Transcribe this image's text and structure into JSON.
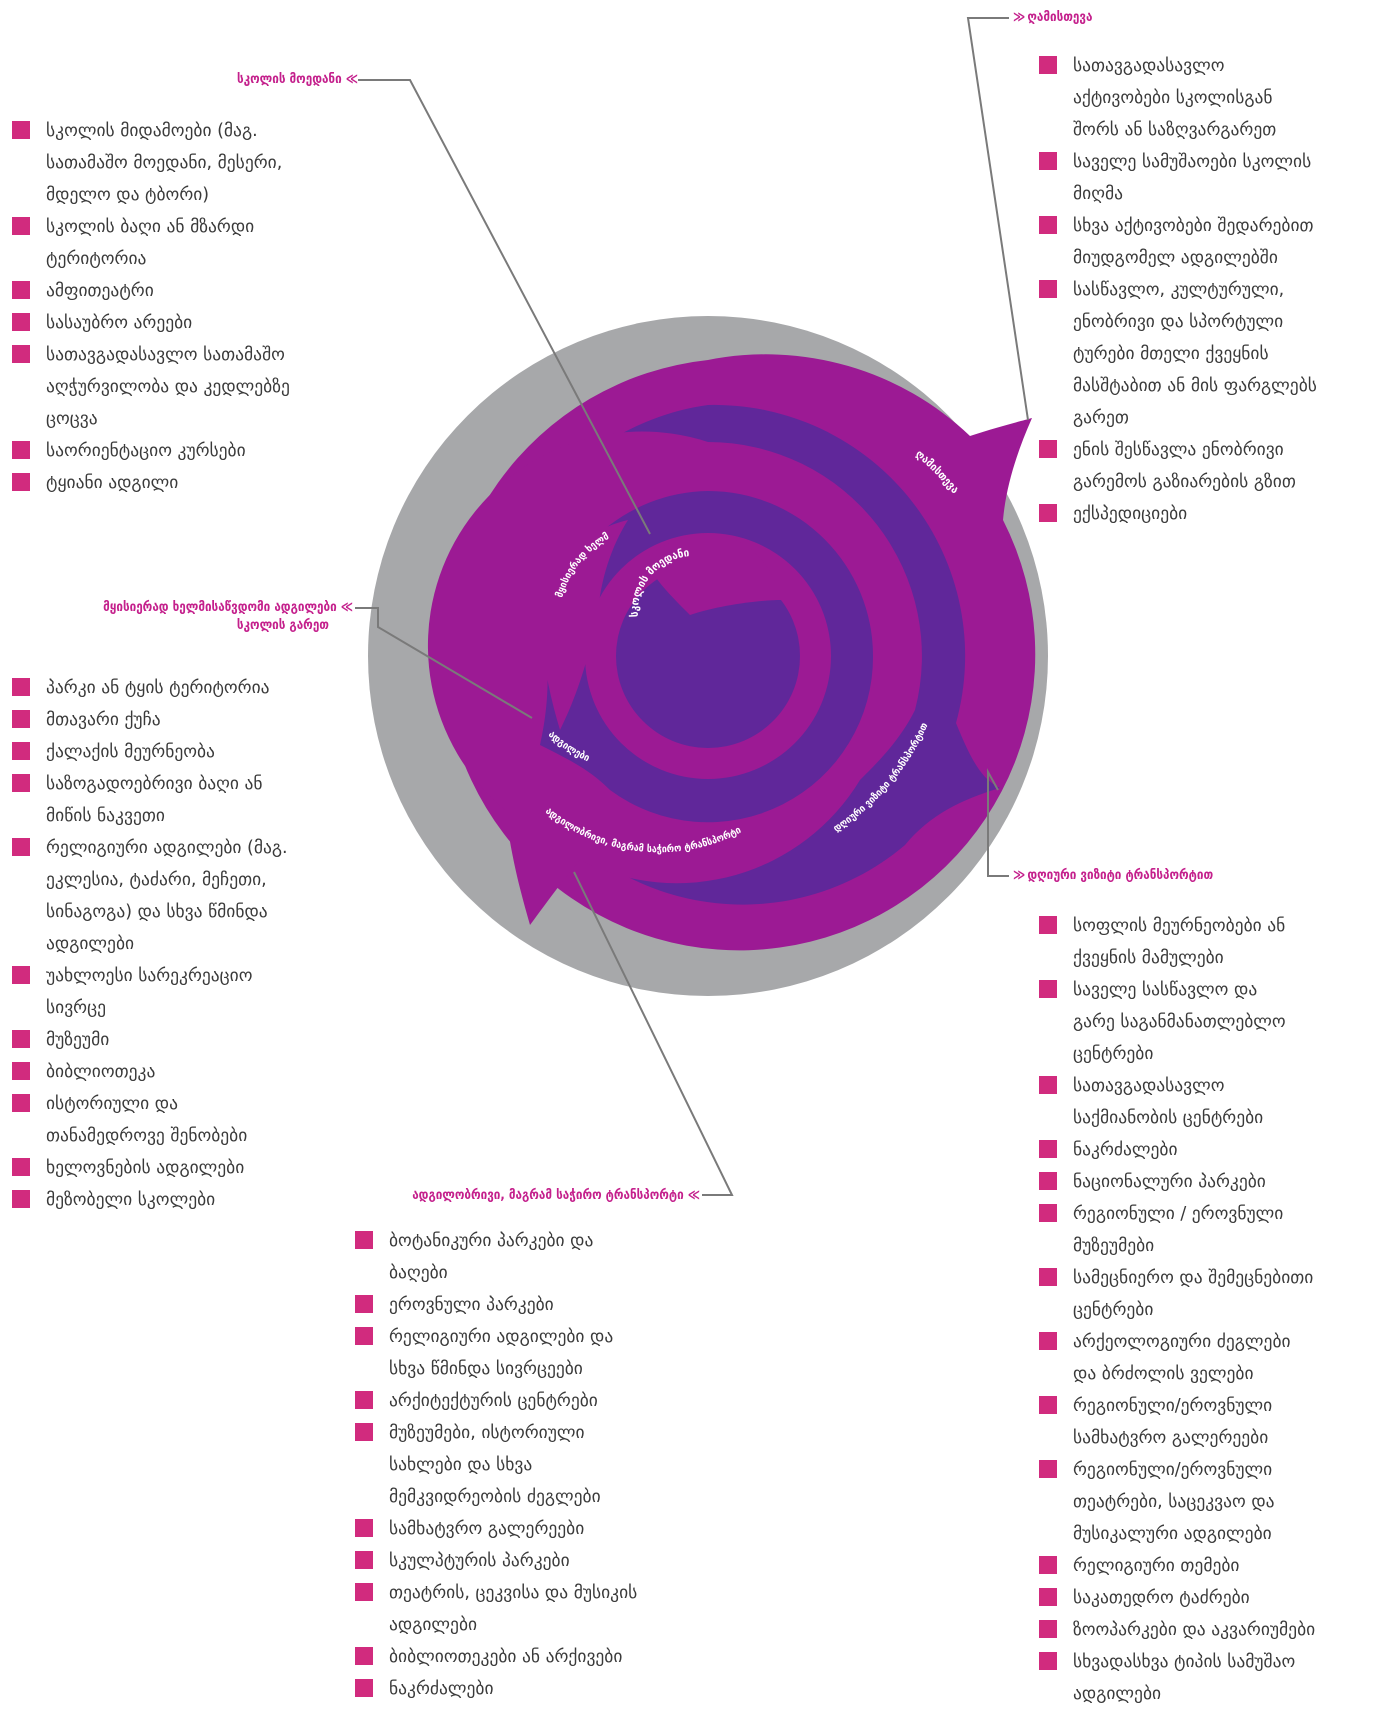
{
  "colors": {
    "ring_outer": "#a7a8aa",
    "magenta": "#9c1a94",
    "purple": "#60279a",
    "heading": "#c4208c",
    "bullet": "#d12b7e",
    "text": "#3a3a3a",
    "leader_line": "#7a7a7a"
  },
  "arrows": {
    "right": "≫",
    "left": "≪"
  },
  "sections": {
    "school_grounds": {
      "title": "სკოლის მოედანი",
      "items": [
        "სკოლის მიდამოები (მაგ.",
        "სათამაშო მოედანი, მესერი,",
        "მდელო და ტბორი)",
        "სკოლის ბაღი ან მზარდი",
        "ტერიტორია",
        "ამფითეატრი",
        "სასაუბრო არეები",
        "სათავგადასავლო სათამაშო",
        "აღჭურვილობა და კედლებზე",
        "ცოცვა",
        "საორიენტაციო კურსები",
        "ტყიანი ადგილი"
      ]
    },
    "walking_distance": {
      "title_line1": "მყისიერად ხელმისაწვდომი ადგილები",
      "title_line2": "სკოლის გარეთ",
      "items": [
        "პარკი ან ტყის ტერიტორია",
        "მთავარი ქუჩა",
        "ქალაქის მეურნეობა",
        "საზოგადოებრივი ბაღი ან",
        "მიწის ნაკვეთი",
        "რელიგიური ადგილები (მაგ.",
        "ეკლესია, ტაძარი, მეჩეთი,",
        "სინაგოგა) და სხვა წმინდა",
        "ადგილები",
        "უახლოესი სარეკრეაციო",
        "სივრცე",
        "მუზეუმი",
        "ბიბლიოთეკა",
        "ისტორიული და",
        "თანამედროვე შენობები",
        "ხელოვნების ადგილები",
        "მეზობელი სკოლები"
      ]
    },
    "local_transport": {
      "title": "ადგილობრივი, მაგრამ საჭირო ტრანსპორტი",
      "items": [
        "ბოტანიკური პარკები და",
        "ბაღები",
        "ეროვნული პარკები",
        "რელიგიური ადგილები და",
        "სხვა წმინდა სივრცეები",
        "არქიტექტურის ცენტრები",
        "მუზეუმები, ისტორიული",
        "სახლები და სხვა",
        "მემკვიდრეობის ძეგლები",
        "სამხატვრო გალერეები",
        "სკულპტურის პარკები",
        "თეატრის, ცეკვისა და მუსიკის",
        "ადგილები",
        "ბიბლიოთეკები ან არქივები",
        "ნაკრძალები"
      ]
    },
    "day_visit": {
      "title": "დღიური ვიზიტი ტრანსპორტით",
      "items": [
        "სოფლის მეურნეობები ან",
        "ქვეყნის მამულები",
        "საველე სასწავლო და",
        "გარე საგანმანათლებლო",
        "ცენტრები",
        "სათავგადასავლო",
        "საქმიანობის ცენტრები",
        "ნაკრძალები",
        "ნაციონალური პარკები",
        "რეგიონული / ეროვნული",
        "მუზეუმები",
        "სამეცნიერო და შემეცნებითი",
        "ცენტრები",
        "არქეოლოგიური ძეგლები",
        "და ბრძოლის ველები",
        "რეგიონული/ეროვნული",
        "სამხატვრო გალერეები",
        "რეგიონული/ეროვნული",
        "თეატრები, საცეკვაო და",
        "მუსიკალური ადგილები",
        "რელიგიური თემები",
        "საკათედრო ტაძრები",
        "ზოოპარკები და აკვარიუმები",
        "სხვადასხვა ტიპის სამუშაო",
        "ადგილები"
      ]
    },
    "residential": {
      "title": "ღამისთევა",
      "items": [
        "სათავგადასავლო",
        "აქტივობები სკოლისგან",
        "შორს ან საზღვარგარეთ",
        "საველე სამუშაოები სკოლის",
        "მიღმა",
        "სხვა აქტივობები შედარებით",
        "მიუდგომელ ადგილებში",
        "სასწავლო, კულტურული,",
        "ენობრივი და სპორტული",
        "ტურები მთელი ქვეყნის",
        "მასშტაბით ან მის ფარგლებს",
        "გარეთ",
        "ენის შესწავლა ენობრივი",
        "გარემოს გაზიარების გზით",
        "ექსპედიციები"
      ]
    }
  },
  "ring_labels": {
    "center": "სკოლის მოედანი",
    "walking_line1": "მყისიერად ხელმისაწვდომი სკოლის გარეთ",
    "walking_line2": "ადგილები",
    "local_transport": "ადგილობრივი, მაგრამ საჭირო ტრანსპორტი",
    "day_visit": "დღიური ვიზიტი ტრანსპორტით",
    "residential": "ღამისთევა"
  }
}
